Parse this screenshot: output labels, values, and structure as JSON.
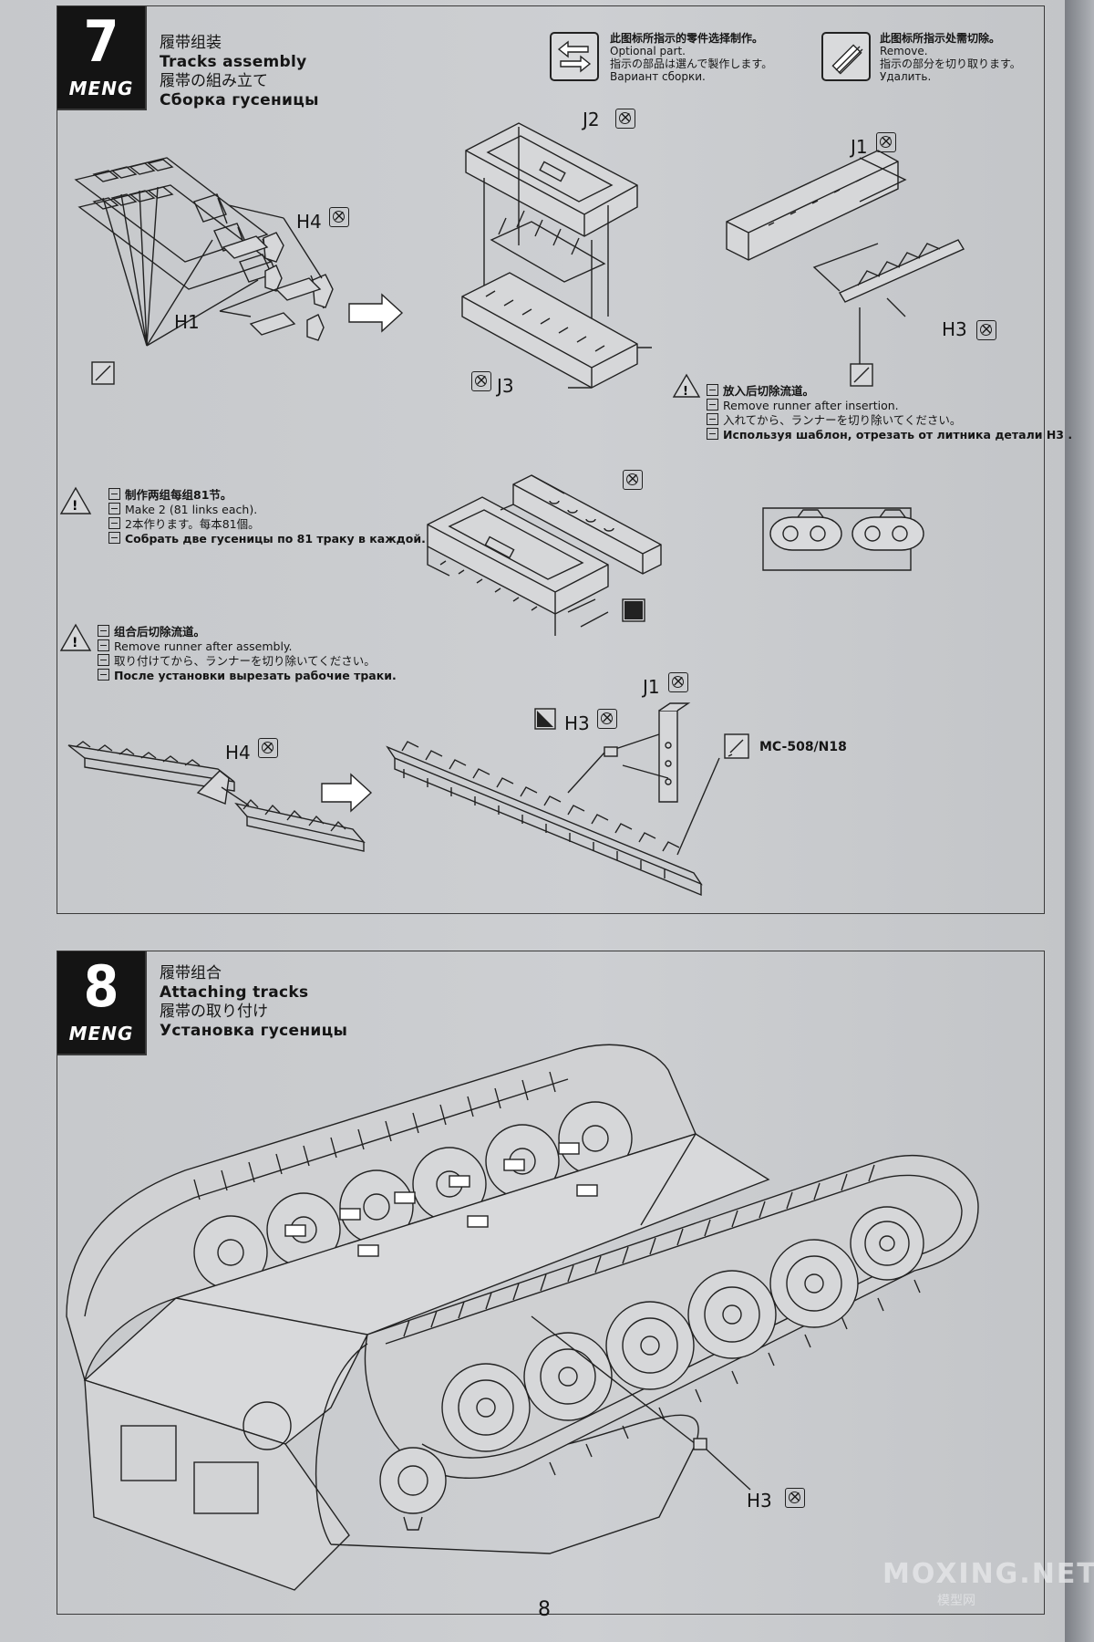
{
  "step7": {
    "number": "7",
    "brand": "MENG",
    "title_zh": "履带组装",
    "title_en": "Tracks assembly",
    "title_ja": "履帯の組み立て",
    "title_ru": "Сборка гусеницы",
    "legend_optional": {
      "zh": "此图标所指示的零件选择制作。",
      "en": "Optional part.",
      "ja": "指示の部品は選んで製作します。",
      "ru": "Вариант сборки."
    },
    "legend_remove": {
      "zh": "此图标所指示处需切除。",
      "en": "Remove.",
      "ja": "指示の部分を切り取ります。",
      "ru": "Удалить."
    },
    "part_labels": {
      "j2": "J2",
      "j1_top": "J1",
      "h4_top": "H4",
      "h1": "H1",
      "j3": "J3",
      "h3_top": "H3",
      "j1_bottom": "J1",
      "h3_bottom": "H3",
      "h4_bottom": "H4"
    },
    "paint_code": "MC-508/N18",
    "note_insertion": {
      "zh": "放入后切除流道。",
      "en": "Remove runner after insertion.",
      "ja": "入れてから、ランナーを切り除いてください。",
      "ru": "Используя шаблон, отрезать от литника детали H3 ."
    },
    "note_make2": {
      "zh": "制作两组每组81节。",
      "en": "Make 2 (81 links each).",
      "ja": "2本作ります。每本81個。",
      "ru": "Собрать две гусеницы по 81 траку в каждой."
    },
    "note_assembly": {
      "zh": "组合后切除流道。",
      "en": "Remove runner after assembly.",
      "ja": "取り付けてから、ランナーを切り除いてください。",
      "ru": "После установки вырезать рабочие траки."
    }
  },
  "step8": {
    "number": "8",
    "brand": "MENG",
    "title_zh": "履带组合",
    "title_en": "Attaching tracks",
    "title_ja": "履帯の取り付け",
    "title_ru": "Установка гусеницы",
    "part_label": "H3"
  },
  "page_number": "8",
  "watermark": "MOXING.NET",
  "watermark_sub": "模型网"
}
